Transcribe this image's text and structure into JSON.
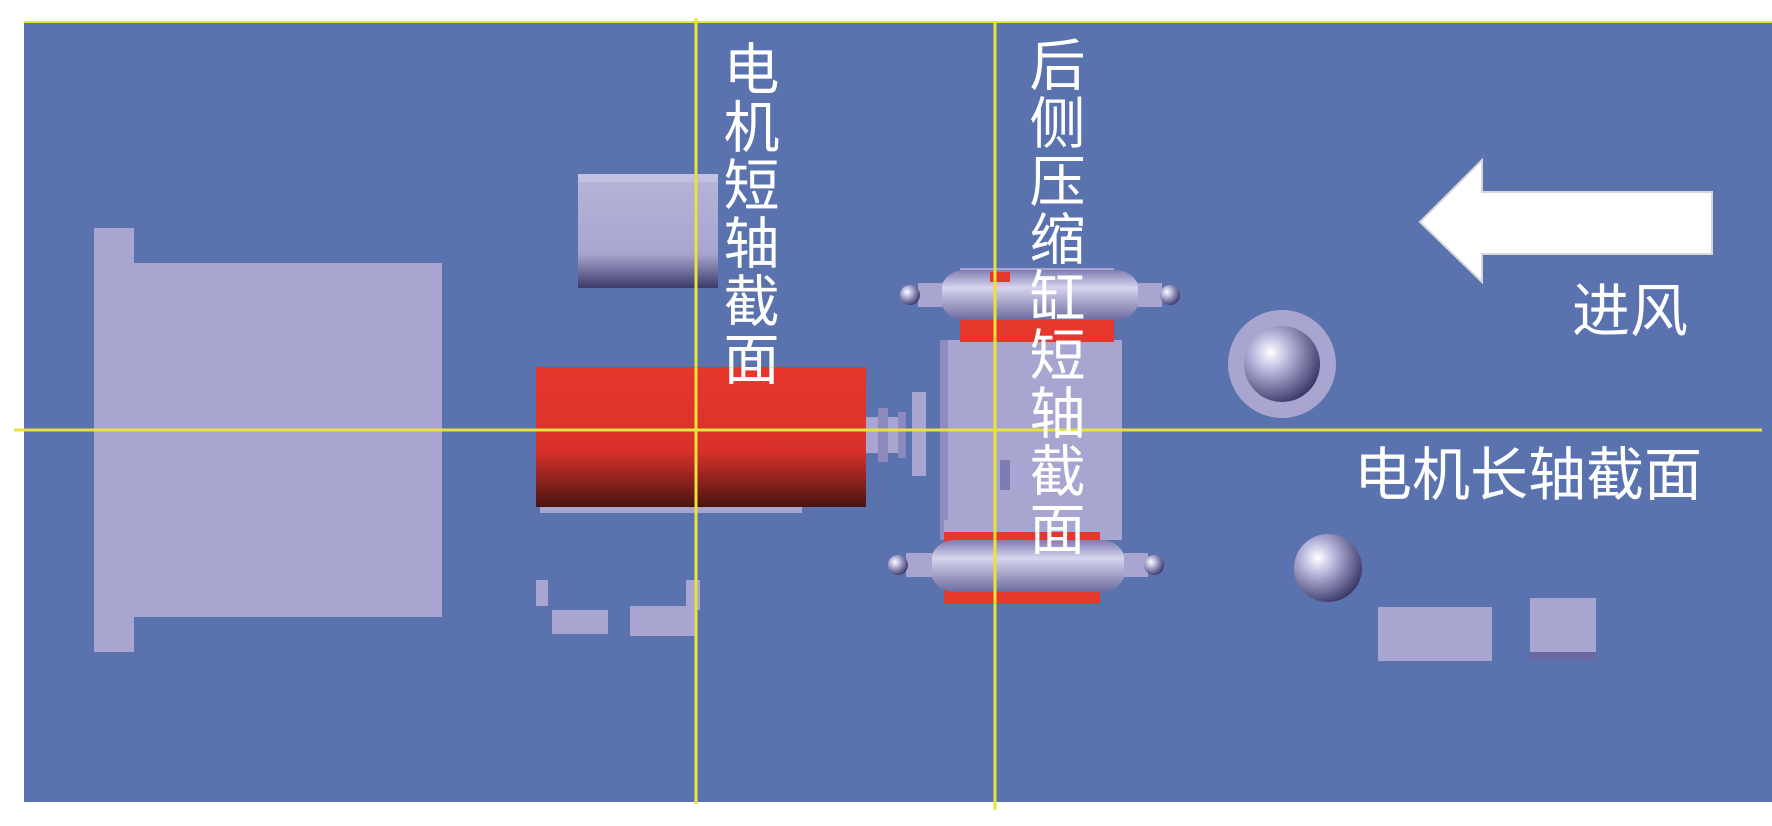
{
  "labels": {
    "motor_short_axis": "电机短轴截面",
    "rear_compressor_short_axis": "后侧压缩缸短轴截面",
    "air_inlet": "进风",
    "motor_long_axis": "电机长轴截面"
  },
  "colors": {
    "background": "#5a72ae",
    "component": "#a8a6d0",
    "motor": "#e6372c",
    "section_line": "#e8e23a",
    "text": "#ffffff"
  }
}
